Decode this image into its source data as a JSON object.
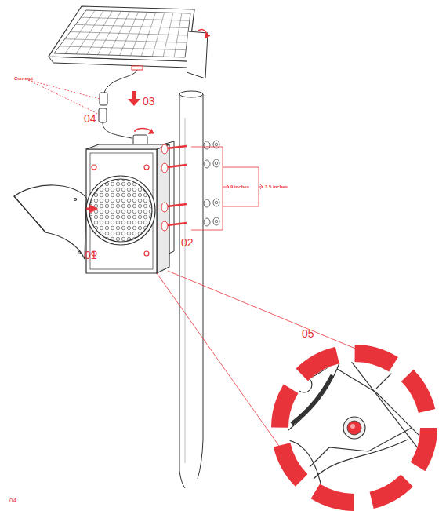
{
  "diagram": {
    "labels": [
      "Connect",
      "03",
      "04",
      "9 inches",
      "3.5 inches",
      "01",
      "02",
      "05",
      "04"
    ]
  }
}
